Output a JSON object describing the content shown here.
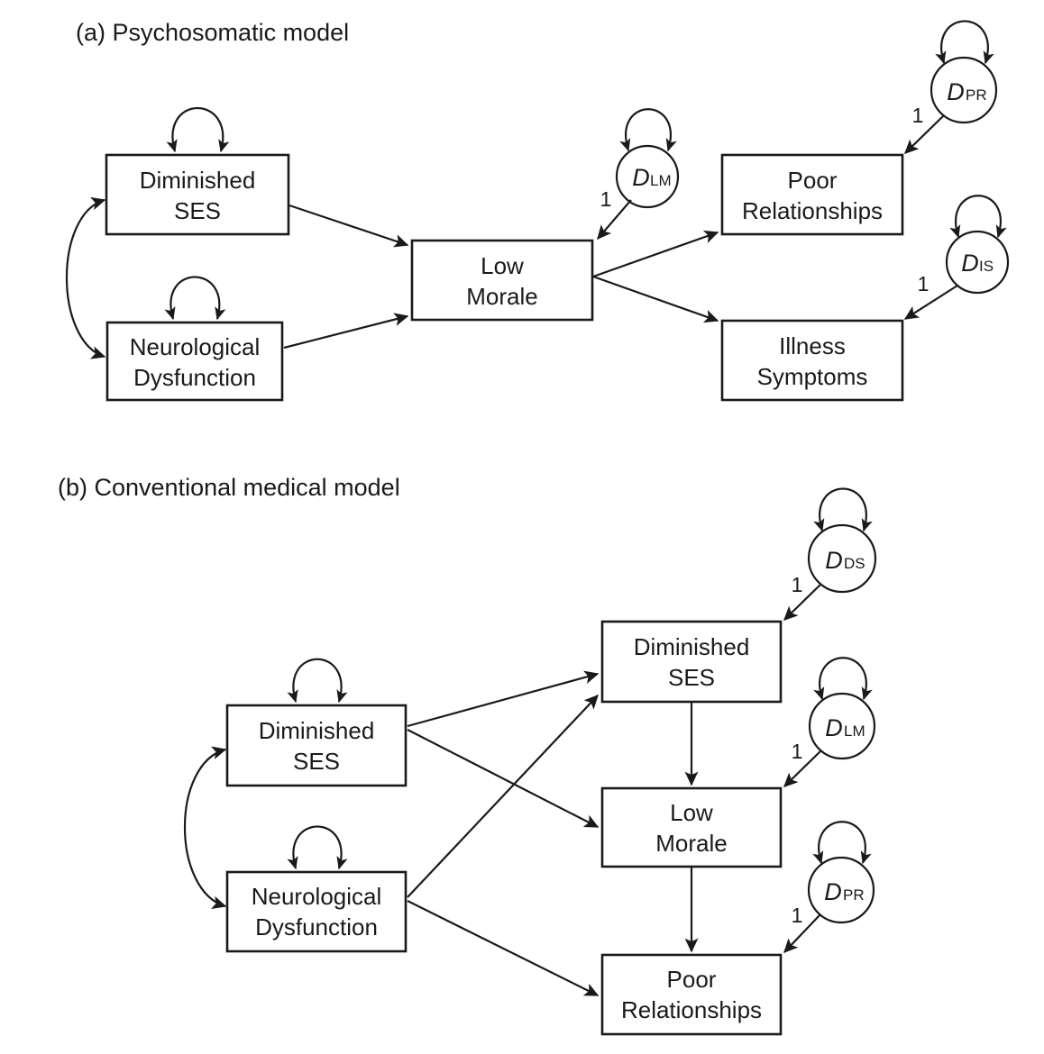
{
  "figure": {
    "background": "#ffffff",
    "line_color": "#1a1a1a"
  },
  "panels": [
    {
      "id": "panel-a",
      "title": "(a) Psychosomatic model",
      "boxes": [
        {
          "id": "a-dim-ses",
          "label_line1": "Diminished",
          "label_line2": "SES"
        },
        {
          "id": "a-neuro",
          "label_line1": "Neurological",
          "label_line2": "Dysfunction"
        },
        {
          "id": "a-low-morale",
          "label_line1": "Low",
          "label_line2": "Morale"
        },
        {
          "id": "a-poor-rel",
          "label_line1": "Poor",
          "label_line2": "Relationships"
        },
        {
          "id": "a-illness",
          "label_line1": "Illness",
          "label_line2": "Symptoms"
        }
      ],
      "disturbances": [
        {
          "id": "a-d-lm",
          "symbol": "D",
          "subscript": "LM",
          "coefficient": "1"
        },
        {
          "id": "a-d-pr",
          "symbol": "D",
          "subscript": "PR",
          "coefficient": "1"
        },
        {
          "id": "a-d-is",
          "symbol": "D",
          "subscript": "IS",
          "coefficient": "1"
        }
      ]
    },
    {
      "id": "panel-b",
      "title": "(b) Conventional medical model",
      "boxes": [
        {
          "id": "b-dim-ses-left",
          "label_line1": "Diminished",
          "label_line2": "SES"
        },
        {
          "id": "b-neuro",
          "label_line1": "Neurological",
          "label_line2": "Dysfunction"
        },
        {
          "id": "b-dim-ses-right",
          "label_line1": "Diminished",
          "label_line2": "SES"
        },
        {
          "id": "b-low-morale",
          "label_line1": "Low",
          "label_line2": "Morale"
        },
        {
          "id": "b-poor-rel",
          "label_line1": "Poor",
          "label_line2": "Relationships"
        }
      ],
      "disturbances": [
        {
          "id": "b-d-ds",
          "symbol": "D",
          "subscript": "DS",
          "coefficient": "1"
        },
        {
          "id": "b-d-lm",
          "symbol": "D",
          "subscript": "LM",
          "coefficient": "1"
        },
        {
          "id": "b-d-pr",
          "symbol": "D",
          "subscript": "PR",
          "coefficient": "1"
        }
      ]
    }
  ]
}
